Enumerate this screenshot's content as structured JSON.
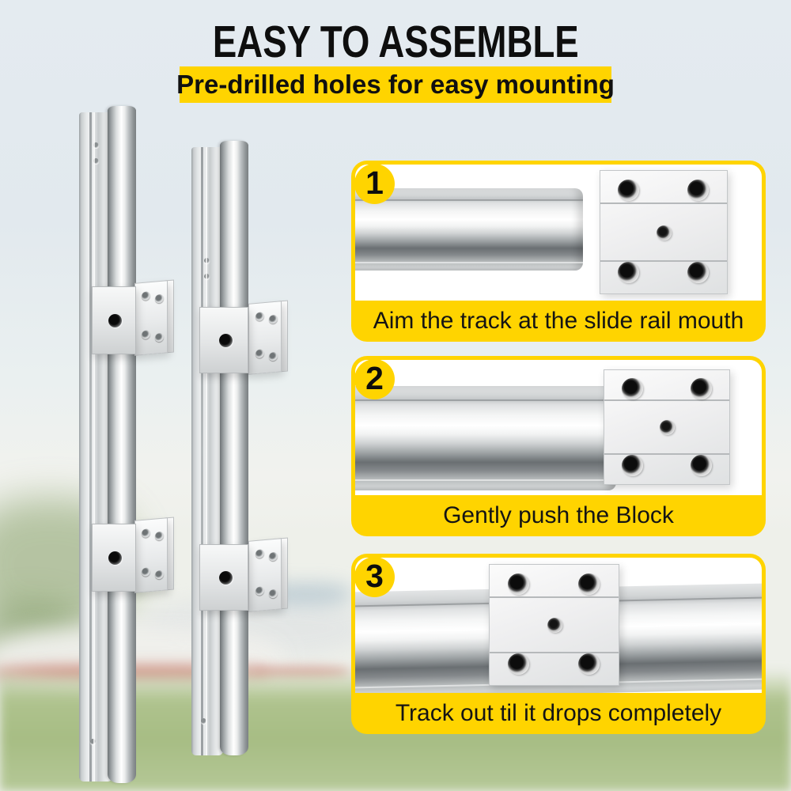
{
  "header": {
    "title": "EASY TO ASSEMBLE",
    "subtitle": "Pre-drilled holes for easy mounting"
  },
  "steps": [
    {
      "number": "1",
      "caption": "Aim the track at the slide rail mouth"
    },
    {
      "number": "2",
      "caption": "Gently push the Block"
    },
    {
      "number": "3",
      "caption": "Track out til it drops completely"
    }
  ],
  "colors": {
    "accent_yellow": "#FFD400",
    "title_text": "#0e0e0e",
    "caption_text": "#141414"
  }
}
